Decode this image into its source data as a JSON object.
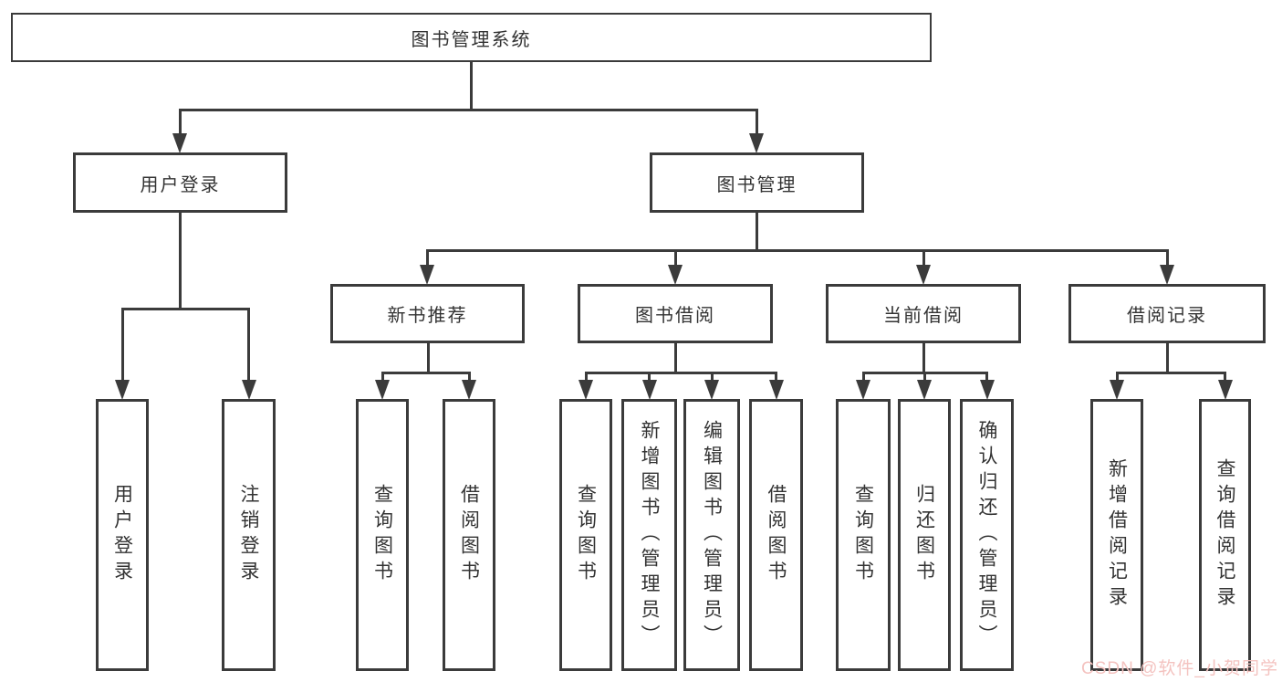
{
  "title": "图书管理系统",
  "tree": {
    "label": "图书管理系统",
    "children": [
      {
        "label": "用户登录",
        "children": [
          {
            "label": "用户登录"
          },
          {
            "label": "注销登录"
          }
        ]
      },
      {
        "label": "图书管理",
        "children": [
          {
            "label": "新书推荐",
            "children": [
              {
                "label": "查询图书"
              },
              {
                "label": "借阅图书"
              }
            ]
          },
          {
            "label": "图书借阅",
            "children": [
              {
                "label": "查询图书"
              },
              {
                "label": "新增图书（管理员）"
              },
              {
                "label": "编辑图书（管理员）"
              },
              {
                "label": "借阅图书"
              }
            ]
          },
          {
            "label": "当前借阅",
            "children": [
              {
                "label": "查询图书"
              },
              {
                "label": "归还图书"
              },
              {
                "label": "确认归还（管理员）"
              }
            ]
          },
          {
            "label": "借阅记录",
            "children": [
              {
                "label": "新增借阅记录"
              },
              {
                "label": "查询借阅记录"
              }
            ]
          }
        ]
      }
    ]
  },
  "watermark": {
    "text": "CSDN @软件_小贺同学"
  },
  "colors": {
    "line": "#3b3b3b",
    "text": "#333333",
    "background": "#ffffff",
    "watermark": "#f4c3c0"
  }
}
